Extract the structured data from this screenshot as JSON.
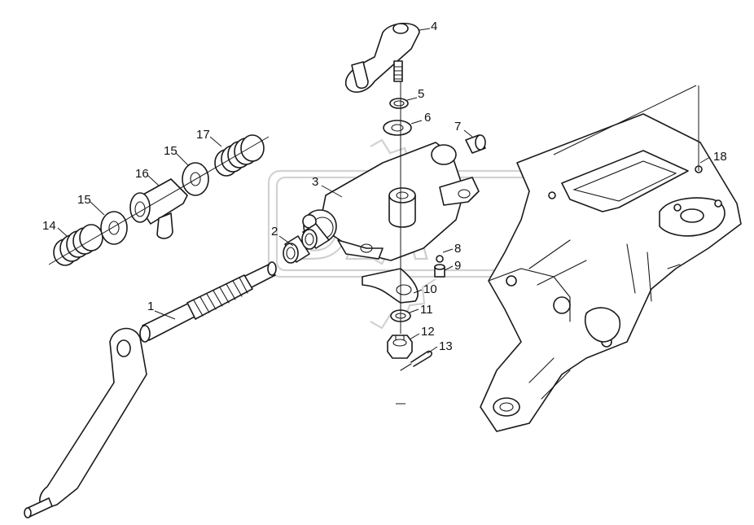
{
  "watermark": {
    "text": "DEX",
    "color": "#d2d2d2"
  },
  "callouts": [
    "1",
    "2",
    "3",
    "4",
    "5",
    "6",
    "7",
    "8",
    "9",
    "10",
    "11",
    "12",
    "13",
    "14",
    "15",
    "15",
    "16",
    "17",
    "18"
  ],
  "colors": {
    "line": "#1a1a1a",
    "background": "#ffffff"
  }
}
